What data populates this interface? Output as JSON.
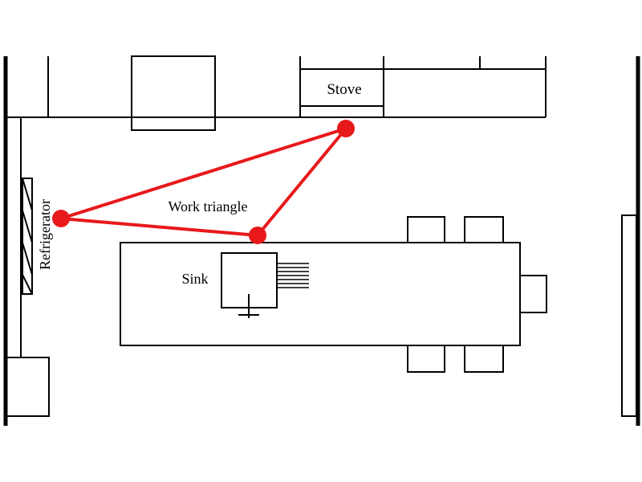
{
  "labels": {
    "stove": "Stove",
    "refrigerator": "Refrigerator",
    "work_triangle": "Work triangle",
    "sink": "Sink"
  },
  "colors": {
    "line": "#000000",
    "triangle": "#e8191b",
    "background": "#ffffff"
  }
}
